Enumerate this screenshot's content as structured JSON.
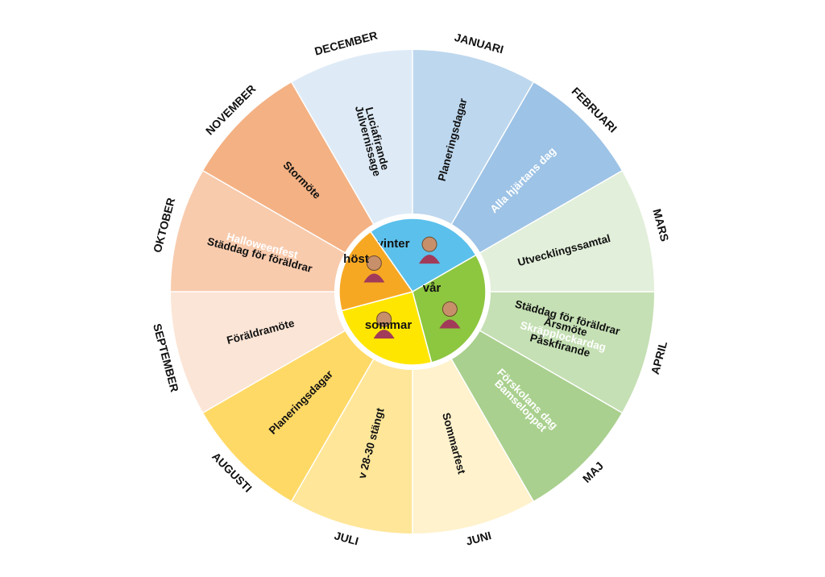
{
  "months": [
    {
      "name": "JANUARI",
      "color": "#bdd7ee",
      "events": [
        {
          "text": "Planeringsdagar",
          "color": "#111111"
        }
      ]
    },
    {
      "name": "FEBRUARI",
      "color": "#9dc3e6",
      "events": [
        {
          "text": "Alla hjärtans dag",
          "color": "#ffffff"
        }
      ]
    },
    {
      "name": "MARS",
      "color": "#e2efda",
      "events": [
        {
          "text": "Utvecklingssamtal",
          "color": "#111111"
        }
      ]
    },
    {
      "name": "APRIL",
      "color": "#c5e0b4",
      "events": [
        {
          "text": "Städdag för föräldrar",
          "color": "#111111"
        },
        {
          "text": "Årsmöte",
          "color": "#111111"
        },
        {
          "text": "Skräpplockardag",
          "color": "#ffffff"
        },
        {
          "text": "Påskfirande",
          "color": "#111111"
        }
      ]
    },
    {
      "name": "MAJ",
      "color": "#a9d08e",
      "events": [
        {
          "text": "Förskolans dag",
          "color": "#ffffff"
        },
        {
          "text": "Bamseloppet",
          "color": "#ffffff"
        }
      ]
    },
    {
      "name": "JUNI",
      "color": "#fff2cc",
      "events": [
        {
          "text": "Sommarfest",
          "color": "#111111"
        }
      ]
    },
    {
      "name": "JULI",
      "color": "#ffe699",
      "events": [
        {
          "text": "v 28-30 stängt",
          "color": "#111111"
        }
      ]
    },
    {
      "name": "AUGUSTI",
      "color": "#ffd966",
      "events": [
        {
          "text": "Planeringsdagar",
          "color": "#111111"
        }
      ]
    },
    {
      "name": "SEPTEMBER",
      "color": "#fbe5d6",
      "events": [
        {
          "text": "Föräldramöte",
          "color": "#111111"
        }
      ]
    },
    {
      "name": "OKTOBER",
      "color": "#f8cbad",
      "events": [
        {
          "text": "Halloweenfest",
          "color": "#ffffff"
        },
        {
          "text": "Städdag för föräldrar",
          "color": "#111111"
        }
      ]
    },
    {
      "name": "NOVEMBER",
      "color": "#f4b183",
      "events": [
        {
          "text": "Stormöte",
          "color": "#111111"
        }
      ]
    },
    {
      "name": "DECEMBER",
      "color": "#deebf7",
      "events": [
        {
          "text": "Luciafirande",
          "color": "#111111"
        },
        {
          "text": "Julvernissage",
          "color": "#111111"
        }
      ]
    }
  ],
  "seasons": [
    {
      "name": "vinter",
      "color": "#5bc0eb",
      "icon": "winter-child-icon"
    },
    {
      "name": "vår",
      "color": "#8dc63f",
      "icon": "spring-child-icon"
    },
    {
      "name": "sommar",
      "color": "#ffe600",
      "icon": "summer-child-icon"
    },
    {
      "name": "höst",
      "color": "#f7a823",
      "icon": "autumn-child-icon"
    }
  ]
}
